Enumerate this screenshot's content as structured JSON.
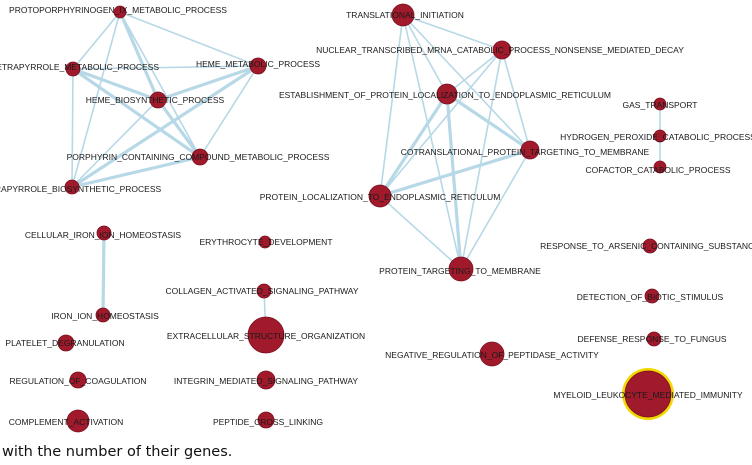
{
  "caption": "with the number of their genes.",
  "colors": {
    "node_fill": "#A01A2C",
    "node_stroke": "#7A1020",
    "edge": "#B7D8E6",
    "highlight_ring": "#F2D800",
    "label": "#1a1a1a"
  },
  "nodes": [
    {
      "id": "protoporphyrinogen",
      "label": "PROTOPORPHYRINOGEN_IX_METABOLIC_PROCESS"
    },
    {
      "id": "tetrapyrrole_metabolic",
      "label": "TETRAPYRROLE_METABOLIC_PROCESS"
    },
    {
      "id": "heme_metabolic",
      "label": "HEME_METABOLIC_PROCESS"
    },
    {
      "id": "heme_biosynthetic",
      "label": "HEME_BIOSYNTHETIC_PROCESS"
    },
    {
      "id": "porphyrin",
      "label": "PORPHYRIN_CONTAINING_COMPOUND_METABOLIC_PROCESS"
    },
    {
      "id": "tetrapyrrole_biosynthetic",
      "label": "TETRAPYRROLE_BIOSYNTHETIC_PROCESS"
    },
    {
      "id": "translational_initiation",
      "label": "TRANSLATIONAL_INITIATION"
    },
    {
      "id": "nmd",
      "label": "NUCLEAR_TRANSCRIBED_MRNA_CATABOLIC_PROCESS_NONSENSE_MEDIATED_DECAY"
    },
    {
      "id": "establishment_er",
      "label": "ESTABLISHMENT_OF_PROTEIN_LOCALIZATION_TO_ENDOPLASMIC_RETICULUM"
    },
    {
      "id": "cotranslational",
      "label": "COTRANSLATIONAL_PROTEIN_TARGETING_TO_MEMBRANE"
    },
    {
      "id": "protein_localization_er",
      "label": "PROTEIN_LOCALIZATION_TO_ENDOPLASMIC_RETICULUM"
    },
    {
      "id": "protein_targeting_membrane",
      "label": "PROTEIN_TARGETING_TO_MEMBRANE"
    },
    {
      "id": "gas_transport",
      "label": "GAS_TRANSPORT"
    },
    {
      "id": "hydrogen_peroxide",
      "label": "HYDROGEN_PEROXIDE_CATABOLIC_PROCESS"
    },
    {
      "id": "cofactor_catabolic",
      "label": "COFACTOR_CATABOLIC_PROCESS"
    },
    {
      "id": "cellular_iron",
      "label": "CELLULAR_IRON_ION_HOMEOSTASIS"
    },
    {
      "id": "iron_ion",
      "label": "IRON_ION_HOMEOSTASIS"
    },
    {
      "id": "erythrocyte",
      "label": "ERYTHROCYTE_DEVELOPMENT"
    },
    {
      "id": "collagen",
      "label": "COLLAGEN_ACTIVATED_SIGNALING_PATHWAY"
    },
    {
      "id": "extracellular",
      "label": "EXTRACELLULAR_STRUCTURE_ORGANIZATION"
    },
    {
      "id": "integrin",
      "label": "INTEGRIN_MEDIATED_SIGNALING_PATHWAY"
    },
    {
      "id": "peptide_cross",
      "label": "PEPTIDE_CROSS_LINKING"
    },
    {
      "id": "platelet",
      "label": "PLATELET_DEGRANULATION"
    },
    {
      "id": "coagulation",
      "label": "REGULATION_OF_COAGULATION"
    },
    {
      "id": "complement",
      "label": "COMPLEMENT_ACTIVATION"
    },
    {
      "id": "arsenic",
      "label": "RESPONSE_TO_ARSENIC_CONTAINING_SUBSTANCE"
    },
    {
      "id": "biotic",
      "label": "DETECTION_OF_BIOTIC_STIMULUS"
    },
    {
      "id": "fungus",
      "label": "DEFENSE_RESPONSE_TO_FUNGUS"
    },
    {
      "id": "negative_peptidase",
      "label": "NEGATIVE_REGULATION_OF_PEPTIDASE_ACTIVITY"
    },
    {
      "id": "myeloid",
      "label": "MYELOID_LEUKOCYTE_MEDIATED_IMMUNITY",
      "highlighted": true
    }
  ],
  "edges": [
    {
      "source": "protoporphyrinogen",
      "target": "tetrapyrrole_metabolic"
    },
    {
      "source": "protoporphyrinogen",
      "target": "heme_metabolic"
    },
    {
      "source": "protoporphyrinogen",
      "target": "heme_biosynthetic"
    },
    {
      "source": "protoporphyrinogen",
      "target": "porphyrin"
    },
    {
      "source": "protoporphyrinogen",
      "target": "tetrapyrrole_biosynthetic"
    },
    {
      "source": "tetrapyrrole_metabolic",
      "target": "heme_metabolic"
    },
    {
      "source": "tetrapyrrole_metabolic",
      "target": "heme_biosynthetic"
    },
    {
      "source": "tetrapyrrole_metabolic",
      "target": "porphyrin"
    },
    {
      "source": "tetrapyrrole_metabolic",
      "target": "tetrapyrrole_biosynthetic"
    },
    {
      "source": "heme_metabolic",
      "target": "heme_biosynthetic"
    },
    {
      "source": "heme_metabolic",
      "target": "porphyrin"
    },
    {
      "source": "heme_metabolic",
      "target": "tetrapyrrole_biosynthetic"
    },
    {
      "source": "heme_biosynthetic",
      "target": "porphyrin"
    },
    {
      "source": "heme_biosynthetic",
      "target": "tetrapyrrole_biosynthetic"
    },
    {
      "source": "porphyrin",
      "target": "tetrapyrrole_biosynthetic"
    },
    {
      "source": "translational_initiation",
      "target": "nmd"
    },
    {
      "source": "translational_initiation",
      "target": "establishment_er"
    },
    {
      "source": "translational_initiation",
      "target": "cotranslational"
    },
    {
      "source": "translational_initiation",
      "target": "protein_localization_er"
    },
    {
      "source": "translational_initiation",
      "target": "protein_targeting_membrane"
    },
    {
      "source": "nmd",
      "target": "establishment_er"
    },
    {
      "source": "nmd",
      "target": "cotranslational"
    },
    {
      "source": "nmd",
      "target": "protein_localization_er"
    },
    {
      "source": "nmd",
      "target": "protein_targeting_membrane"
    },
    {
      "source": "establishment_er",
      "target": "cotranslational"
    },
    {
      "source": "establishment_er",
      "target": "protein_localization_er"
    },
    {
      "source": "establishment_er",
      "target": "protein_targeting_membrane"
    },
    {
      "source": "cotranslational",
      "target": "protein_localization_er"
    },
    {
      "source": "cotranslational",
      "target": "protein_targeting_membrane"
    },
    {
      "source": "protein_localization_er",
      "target": "protein_targeting_membrane"
    },
    {
      "source": "gas_transport",
      "target": "hydrogen_peroxide"
    },
    {
      "source": "hydrogen_peroxide",
      "target": "cofactor_catabolic"
    },
    {
      "source": "cellular_iron",
      "target": "iron_ion"
    },
    {
      "source": "collagen",
      "target": "extracellular"
    }
  ]
}
